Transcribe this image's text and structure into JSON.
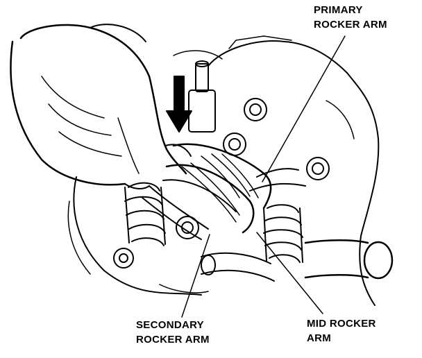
{
  "labels": {
    "primary": {
      "line1": "PRIMARY",
      "line2": "ROCKER ARM"
    },
    "secondary": {
      "line1": "SECONDARY",
      "line2": "ROCKER ARM"
    },
    "mid": {
      "line1": "MID ROCKER",
      "line2": "ARM"
    }
  },
  "icons": {
    "arrow": "down-arrow-icon"
  },
  "colors": {
    "ink": "#000000",
    "paper": "#ffffff"
  }
}
